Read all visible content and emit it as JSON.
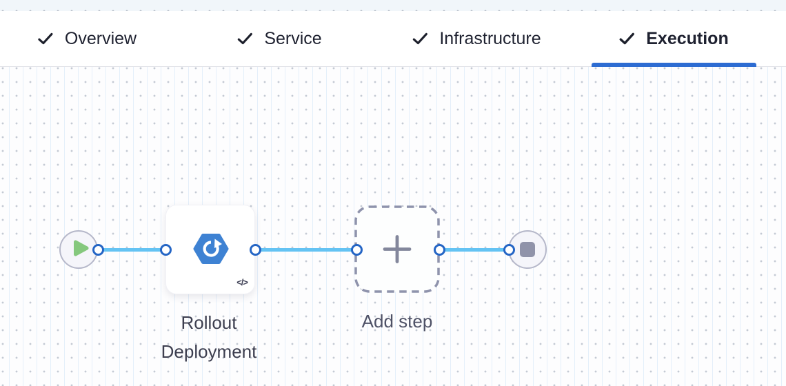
{
  "header": {
    "tabs": [
      {
        "label": "Overview",
        "checked": true,
        "active": false
      },
      {
        "label": "Service",
        "checked": true,
        "active": false
      },
      {
        "label": "Infrastructure",
        "checked": true,
        "active": false
      },
      {
        "label": "Execution",
        "checked": true,
        "active": true
      }
    ],
    "active_tab": "Execution"
  },
  "pipeline": {
    "start_node": {
      "icon": "play-icon"
    },
    "steps": [
      {
        "name": "Rollout Deployment",
        "type": "k8s-rolling-deploy-step",
        "icon": "rollout-hexagon-icon",
        "badge": "</>"
      },
      {
        "name": "Add step",
        "type": "add-step-placeholder",
        "icon": "plus-icon"
      }
    ],
    "end_node": {
      "icon": "stop-icon"
    }
  },
  "colors": {
    "active_tab_underline": "#2d6cd2",
    "tab_text": "#1e2130",
    "connector_line": "#64c3f3",
    "connector_port_ring": "#2465c5",
    "step_icon_blue": "#3e82d3",
    "play_green": "#85c87d",
    "stop_gray": "#9093a9",
    "canvas_bg": "#fdfdfe"
  }
}
